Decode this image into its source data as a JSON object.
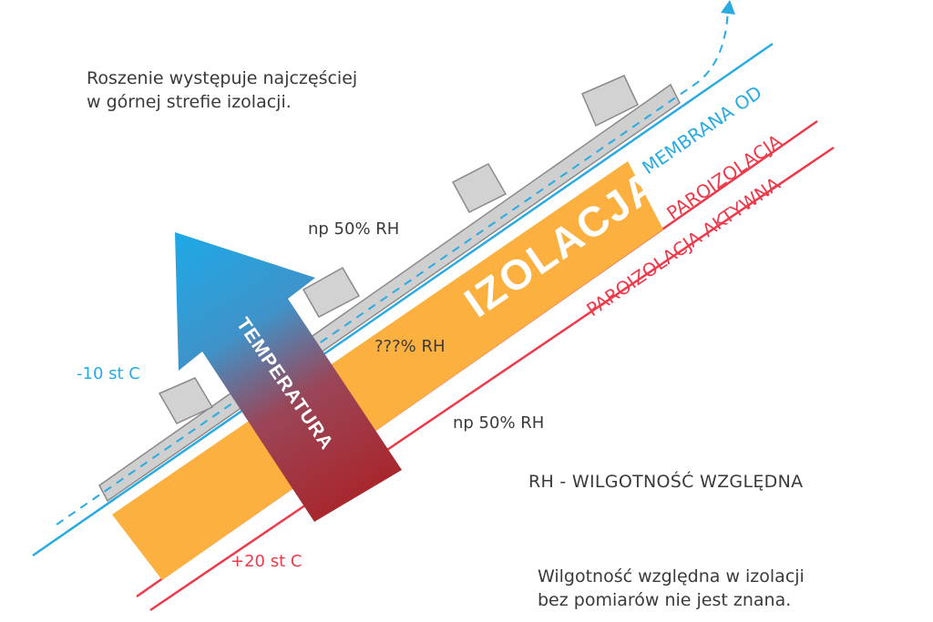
{
  "notes": {
    "top_line1": "Roszenie występuje najczęściej",
    "top_line2": "w górnej strefie izolacji.",
    "rh_definition": "RH - WILGOTNOŚĆ WZGLĘDNA",
    "bottom_line1": "Wilgotność względna w izolacji",
    "bottom_line2": "bez pomiarów nie jest znana."
  },
  "labels": {
    "rh_outside": "np 50% RH",
    "rh_inside_insulation": "???% RH",
    "rh_inside": "np 50% RH",
    "temp_outside": "-10 st C",
    "temp_inside": "+20 st C",
    "membrane": "MEMBRANA OD",
    "vapor_barrier": "PAROIZOLACJA",
    "vapor_barrier_active": "PAROIZOLACJA AKTYWNA",
    "insulation": "IZOLACJA",
    "temperature": "TEMPERATURA"
  },
  "colors": {
    "insulation": "#FBB040",
    "membrane_line": "#29ABE2",
    "vapor_line": "#ED3A4A",
    "roof_strip": "#CFCFCF",
    "tile": "#D2D2D2",
    "arrow_top": "#1FA8E6",
    "arrow_bottom": "#A9252B",
    "text": "#3a3a3a"
  }
}
